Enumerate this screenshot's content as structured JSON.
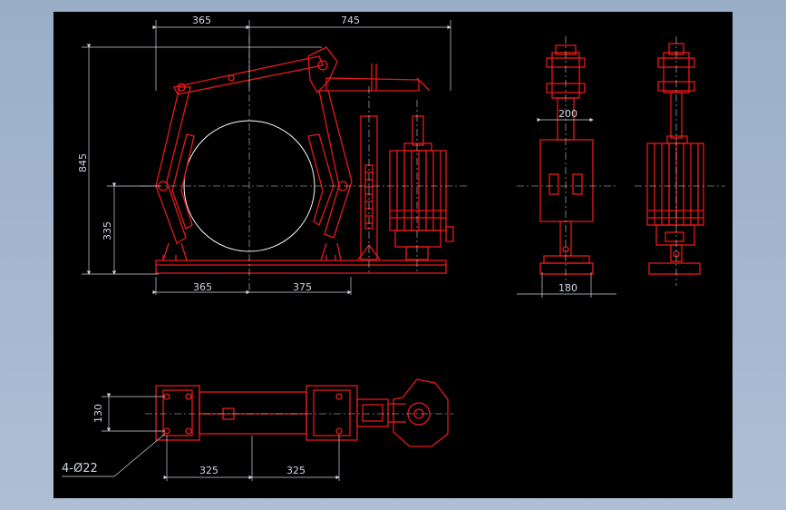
{
  "colors": {
    "background": "#000000",
    "frame": "#a7b9d1",
    "part": "#e81a1a",
    "dimension": "#cfd6e0",
    "center_line": "#d0d0d0"
  },
  "dimensions": {
    "top_width_left": "365",
    "top_width_right": "745",
    "height_total": "845",
    "height_center": "335",
    "bottom_left": "365",
    "bottom_right": "375",
    "side_top": "200",
    "side_bottom": "180",
    "plan_height": "130",
    "plan_left": "325",
    "plan_right": "325",
    "holes": "4-Ø22"
  }
}
